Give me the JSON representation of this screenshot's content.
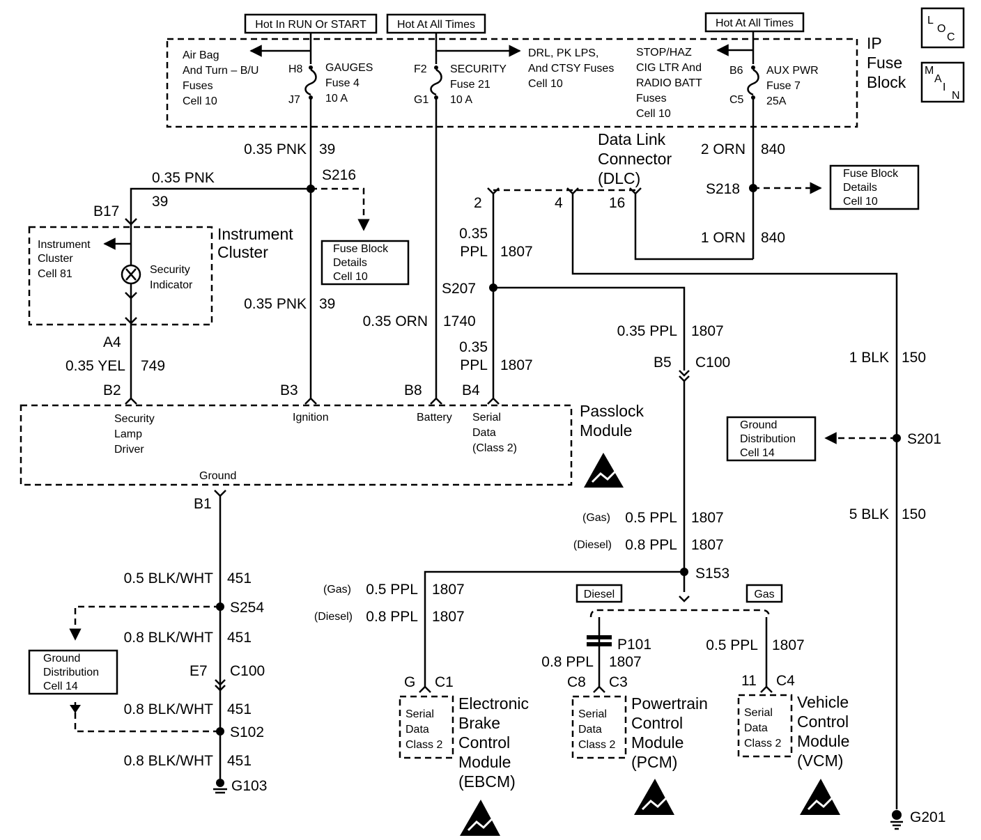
{
  "headers": {
    "hot_run_start": "Hot In RUN Or START",
    "hot_all_times_1": "Hot At All Times",
    "hot_all_times_2": "Hot At All Times"
  },
  "fuse_block": {
    "title": [
      "IP",
      "Fuse",
      "Block"
    ],
    "airbag": [
      "Air Bag",
      "And Turn – B/U",
      "Fuses",
      "Cell 10"
    ],
    "gauges": {
      "terminal_top": "H8",
      "terminal_bottom": "J7",
      "name": [
        "GAUGES",
        "Fuse 4",
        "10 A"
      ]
    },
    "security": {
      "terminal_top": "F2",
      "terminal_bottom": "G1",
      "name": [
        "SECURITY",
        "Fuse 21",
        "10 A"
      ]
    },
    "drl": [
      "DRL, PK LPS,",
      "And CTSY Fuses",
      "Cell 10"
    ],
    "stop": [
      "STOP/HAZ",
      "CIG LTR And",
      "RADIO BATT",
      "Fuses",
      "Cell 10"
    ],
    "aux": {
      "terminal_top": "B6",
      "terminal_bottom": "C5",
      "name": [
        "AUX PWR",
        "Fuse 7",
        "25A"
      ]
    }
  },
  "badges": {
    "loc": [
      "L",
      "O",
      "C"
    ],
    "main": [
      "M",
      "A",
      "I",
      "N"
    ]
  },
  "wires": {
    "w1": {
      "gauge": "0.35 PNK",
      "circuit": "39"
    },
    "w2": {
      "gauge": "0.35 PNK",
      "circuit": "39"
    },
    "w3": {
      "gauge": "0.35 PNK",
      "circuit": "39"
    },
    "w4": {
      "gauge": "0.35 YEL",
      "circuit": "749"
    },
    "w5": {
      "gauge": "0.35 ORN",
      "circuit": "1740"
    },
    "w6": {
      "gauge": [
        "0.35",
        "PPL"
      ],
      "circuit": "1807"
    },
    "w7": {
      "gauge": [
        "0.35",
        "PPL"
      ],
      "circuit": "1807"
    },
    "w8": {
      "gauge": "0.35 PPL",
      "circuit": "1807"
    },
    "w9": {
      "gauge": "2 ORN",
      "circuit": "840"
    },
    "w10": {
      "gauge": "1 ORN",
      "circuit": "840"
    },
    "w11": {
      "gauge": "1 BLK",
      "circuit": "150"
    },
    "w12": {
      "gauge": "5 BLK",
      "circuit": "150"
    },
    "w13": {
      "gauge": "0.5 BLK/WHT",
      "circuit": "451"
    },
    "w14": {
      "gauge": "0.8 BLK/WHT",
      "circuit": "451"
    },
    "w15": {
      "gauge": "0.8 BLK/WHT",
      "circuit": "451"
    },
    "w16": {
      "gauge": "0.8 BLK/WHT",
      "circuit": "451"
    },
    "w17": {
      "gauge": "0.8 PPL",
      "circuit": "1807"
    },
    "w18": {
      "gauge": "0.5 PPL",
      "circuit": "1807"
    },
    "gas_1": {
      "prefix": "(Gas)",
      "gauge": "0.5 PPL",
      "circuit": "1807"
    },
    "diesel_1": {
      "prefix": "(Diesel)",
      "gauge": "0.8 PPL",
      "circuit": "1807"
    },
    "gas_2": {
      "prefix": "(Gas)",
      "gauge": "0.5 PPL",
      "circuit": "1807"
    },
    "diesel_2": {
      "prefix": "(Diesel)",
      "gauge": "0.8 PPL",
      "circuit": "1807"
    }
  },
  "splices": {
    "s216": "S216",
    "s207": "S207",
    "s218": "S218",
    "s201": "S201",
    "s254": "S254",
    "s102": "S102",
    "s153": "S153"
  },
  "dlc": {
    "label": [
      "Data Link",
      "Connector",
      "(DLC)"
    ],
    "pin2": "2",
    "pin4": "4",
    "pin16": "16"
  },
  "fuse_details_1": [
    "Fuse Block",
    "Details",
    "Cell 10"
  ],
  "fuse_details_2": [
    "Fuse Block",
    "Details",
    "Cell 10"
  ],
  "ground_dist_1": [
    "Ground",
    "Distribution",
    "Cell 14"
  ],
  "ground_dist_2": [
    "Ground",
    "Distribution",
    "Cell 14"
  ],
  "instrument_cluster": {
    "title": [
      "Instrument",
      "Cluster"
    ],
    "cell": [
      "Instrument",
      "Cluster",
      "Cell 81"
    ],
    "indicator": [
      "Security",
      "Indicator"
    ],
    "conn_top": "B17",
    "conn_bottom": "A4"
  },
  "passlock": {
    "title": [
      "Passlock",
      "Module"
    ],
    "pins": {
      "b2": "B2",
      "b3": "B3",
      "b8": "B8",
      "b4": "B4",
      "b1": "B1"
    },
    "lamp": [
      "Security",
      "Lamp",
      "Driver"
    ],
    "ignition": "Ignition",
    "battery": "Battery",
    "serial": [
      "Serial",
      "Data",
      "(Class 2)"
    ],
    "ground": "Ground"
  },
  "connectors": {
    "b5": "B5",
    "c100_1": "C100",
    "e7": "E7",
    "c100_2": "C100",
    "p101": "P101",
    "g": "G",
    "c1": "C1",
    "c8": "C8",
    "c3": "C3",
    "p11": "11",
    "c4": "C4"
  },
  "grounds": {
    "g103": "G103",
    "g201": "G201"
  },
  "variants": {
    "diesel": "Diesel",
    "gas": "Gas"
  },
  "modules": {
    "ebcm": {
      "title": [
        "Electronic",
        "Brake",
        "Control",
        "Module",
        "(EBCM)"
      ],
      "serial": [
        "Serial",
        "Data",
        "Class 2"
      ]
    },
    "pcm": {
      "title": [
        "Powertrain",
        "Control",
        "Module",
        "(PCM)"
      ],
      "serial": [
        "Serial",
        "Data",
        "Class 2"
      ]
    },
    "vcm": {
      "title": [
        "Vehicle",
        "Control",
        "Module",
        "(VCM)"
      ],
      "serial": [
        "Serial",
        "Data",
        "Class 2"
      ]
    }
  }
}
